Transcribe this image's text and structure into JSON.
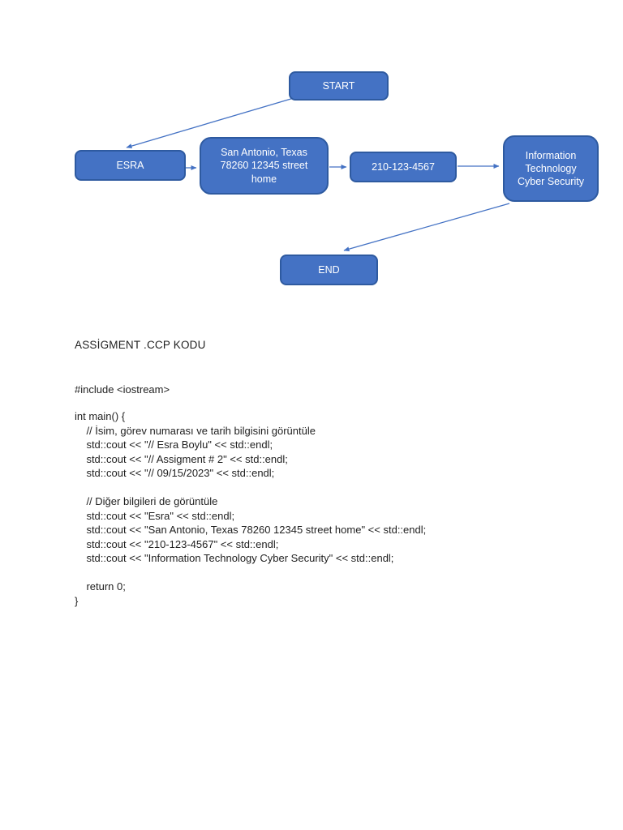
{
  "flowchart": {
    "colors": {
      "node_fill": "#4472c4",
      "node_border": "#2e5aa0",
      "node_text": "#ffffff",
      "connector": "#4472c4"
    },
    "nodes": {
      "start": {
        "label": "START"
      },
      "name": {
        "label": "ESRA"
      },
      "address": {
        "label": "San Antonio, Texas 78260 12345 street home"
      },
      "phone": {
        "label": "210-123-4567"
      },
      "field": {
        "label": "Information Technology Cyber Security"
      },
      "end": {
        "label": "END"
      }
    }
  },
  "document": {
    "title": "ASSİGMENT .CCP KODU",
    "include_line": "#include <iostream>",
    "body_lines": [
      "int main() {",
      "    // İsim, görev numarası ve tarih bilgisini görüntüle",
      "    std::cout << \"// Esra Boylu\" << std::endl;",
      "    std::cout << \"// Assigment # 2\" << std::endl;",
      "    std::cout << \"// 09/15/2023\" << std::endl;",
      "",
      "    // Diğer bilgileri de görüntüle",
      "    std::cout << \"Esra\" << std::endl;",
      "    std::cout << \"San Antonio, Texas 78260 12345 street home\" << std::endl;",
      "    std::cout << \"210-123-4567\" << std::endl;",
      "    std::cout << \"Information Technology Cyber Security\" << std::endl;",
      "",
      "    return 0;",
      "}"
    ]
  }
}
